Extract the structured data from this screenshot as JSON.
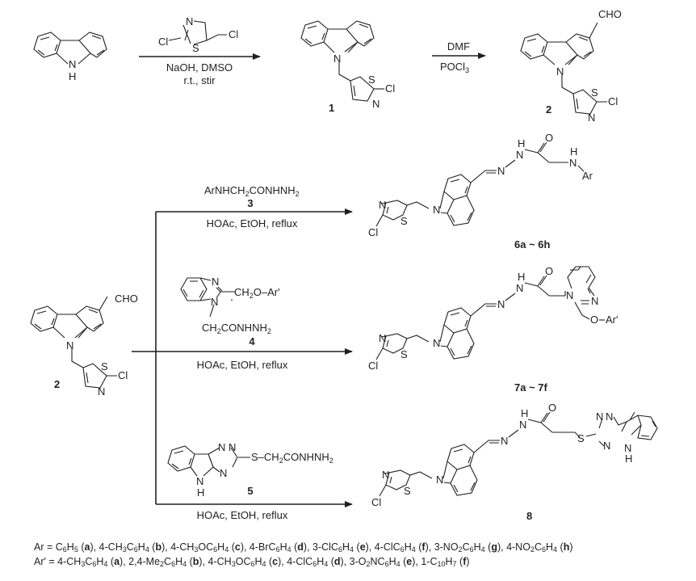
{
  "diagram": {
    "title": "",
    "step1": {
      "reagent_structure": "2-chloro-5-(chloromethyl)thiazole",
      "conditions_line1": "NaOH, DMSO",
      "conditions_line2": "r.t., stir"
    },
    "step2": {
      "conditions_top": "DMF",
      "conditions_bottom_main": "POCl",
      "conditions_bottom_sub": "3"
    },
    "compounds": {
      "c1": "1",
      "c2": "2",
      "c2_left": "2",
      "c3": "3",
      "c4": "4",
      "c5": "5",
      "c6": "6a ~ 6h",
      "c7": "7a ~ 7f",
      "c8": "8"
    },
    "branch_a": {
      "reagent_parts": [
        "ArNHCH",
        "2",
        "CONHNH",
        "2"
      ],
      "conditions": "HOAc, EtOH, reflux"
    },
    "branch_b": {
      "reagent_side_chain": [
        "CH",
        "2",
        "O–Ar'"
      ],
      "reagent_n_chain": [
        "CH",
        "2",
        "CONHNH",
        "2"
      ],
      "conditions": "HOAc, EtOH, reflux"
    },
    "branch_c": {
      "reagent_chain": [
        "S–CH",
        "2",
        "CONHNH",
        "2"
      ],
      "conditions": "HOAc, EtOH, reflux"
    },
    "atoms": {
      "N": "N",
      "H": "H",
      "S": "S",
      "Cl": "Cl",
      "O": "O",
      "CHO": "CHO",
      "Ar": "Ar",
      "Ar_prime": "Ar'",
      "NH_H": "H"
    },
    "legend": {
      "ar": [
        {
          "formula": [
            "C",
            "6",
            "H",
            "5"
          ],
          "code": "a"
        },
        {
          "formula": [
            "4-CH",
            "3",
            "C",
            "6",
            "H",
            "4"
          ],
          "code": "b"
        },
        {
          "formula": [
            "4-CH",
            "3",
            "OC",
            "6",
            "H",
            "4"
          ],
          "code": "c"
        },
        {
          "formula": [
            "4-BrC",
            "6",
            "H",
            "4"
          ],
          "code": "d"
        },
        {
          "formula": [
            "3-ClC",
            "6",
            "H",
            "4"
          ],
          "code": "e"
        },
        {
          "formula": [
            "4-ClC",
            "6",
            "H",
            "4"
          ],
          "code": "f"
        },
        {
          "formula": [
            "3-NO",
            "2",
            "C",
            "6",
            "H",
            "4"
          ],
          "code": "g"
        },
        {
          "formula": [
            "4-NO",
            "2",
            "C",
            "6",
            "H",
            "4"
          ],
          "code": "h"
        }
      ],
      "ar_label": "Ar = ",
      "ar_prime": [
        {
          "formula": [
            "4-CH",
            "3",
            "C",
            "6",
            "H",
            "4"
          ],
          "code": "a"
        },
        {
          "formula": [
            "2,4-Me",
            "2",
            "C",
            "6",
            "H",
            "4"
          ],
          "code": "b"
        },
        {
          "formula": [
            "4-CH",
            "3",
            "OC",
            "6",
            "H",
            "4"
          ],
          "code": "c"
        },
        {
          "formula": [
            "4-ClC",
            "6",
            "H",
            "4"
          ],
          "code": "d"
        },
        {
          "formula": [
            "3-O",
            "2",
            "NC",
            "6",
            "H",
            "4"
          ],
          "code": "e"
        },
        {
          "formula": [
            "1-C",
            "10",
            "H",
            "7"
          ],
          "code": "f"
        }
      ],
      "ar_prime_label": "Ar' = "
    }
  }
}
